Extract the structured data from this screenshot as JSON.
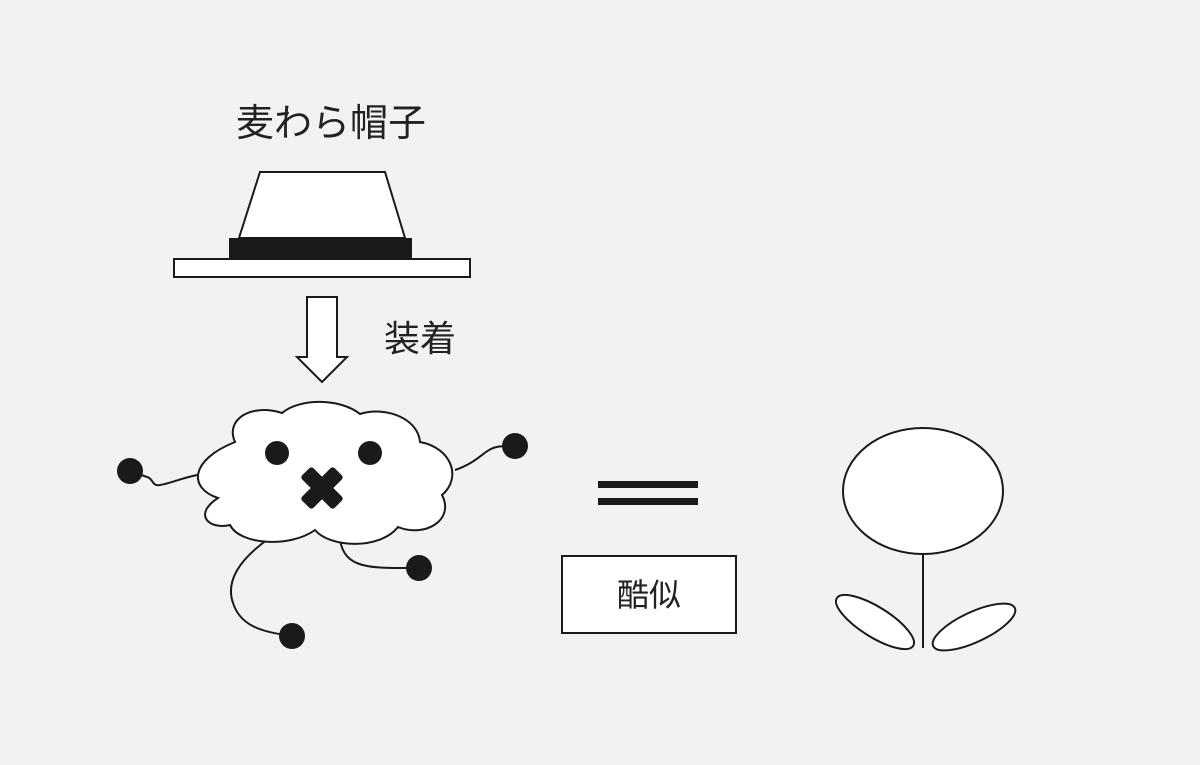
{
  "labels": {
    "hat": "麦わら帽子",
    "wear": "装着",
    "similar": "酷似"
  },
  "icons": {
    "hat": "straw-hat-icon",
    "arrow": "down-arrow-icon",
    "creature": "cloud-creature-icon",
    "equals": "equals-icon",
    "flower": "flower-icon"
  },
  "colors": {
    "background": "#f2f2f2",
    "stroke": "#1a1a1a",
    "fill": "#ffffff"
  }
}
